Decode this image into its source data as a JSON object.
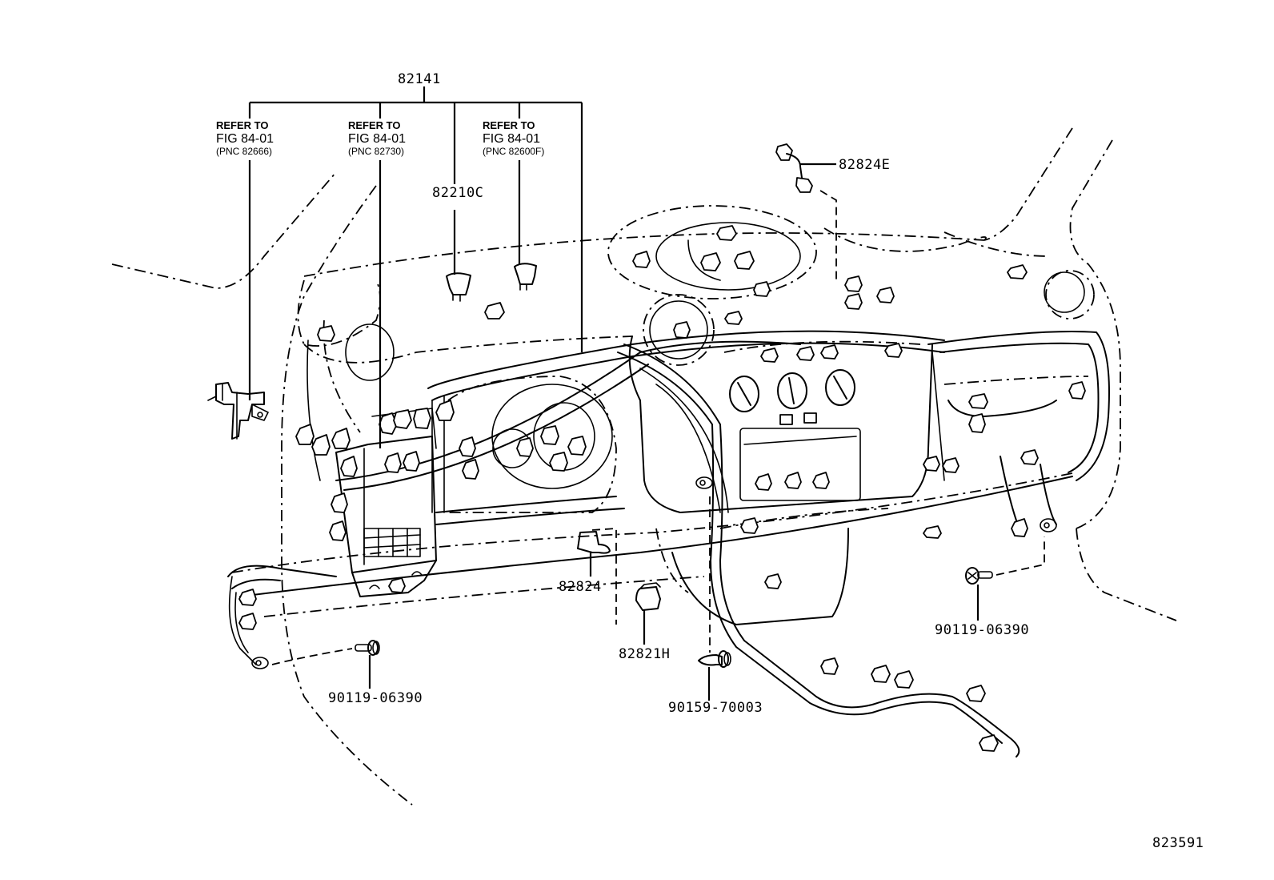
{
  "diagram": {
    "type": "parts-diagram",
    "subject": "instrument panel wiring harness",
    "figure_number": "823591",
    "main_part": "82141",
    "references": [
      {
        "line1": "REFER TO",
        "line2": "FIG 84-01",
        "line3": "(PNC 82666)"
      },
      {
        "line1": "REFER TO",
        "line2": "FIG 84-01",
        "line3": "(PNC 82730)"
      },
      {
        "line1": "REFER TO",
        "line2": "FIG 84-01",
        "line3": "(PNC 82600F)"
      }
    ],
    "parts": {
      "p82210c": "82210C",
      "p82824e": "82824E",
      "p82824": "82824",
      "p82821h": "82821H",
      "bolt_left": "90119-06390",
      "bolt_right": "90119-06390",
      "screw_center": "90159-70003"
    }
  }
}
